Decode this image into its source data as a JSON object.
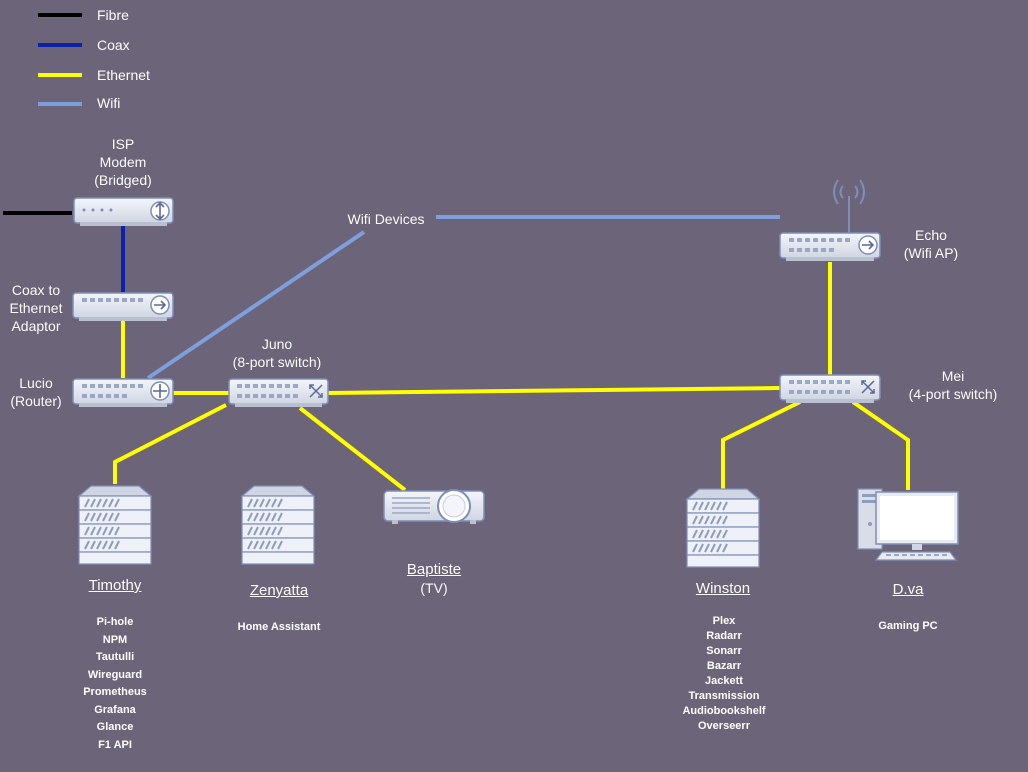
{
  "legend": [
    {
      "label": "Fibre",
      "color": "#000000"
    },
    {
      "label": "Coax",
      "color": "#0a22a8"
    },
    {
      "label": "Ethernet",
      "color": "#ffff00"
    },
    {
      "label": "Wifi",
      "color": "#7da0dc"
    }
  ],
  "colors": {
    "background": "#6c6479",
    "fibre": "#000000",
    "coax": "#0a22a8",
    "ethernet": "#ffff00",
    "wifi": "#7da0dc",
    "device_fill": "#e8ebf2",
    "device_accent": "#7d8fb8"
  },
  "nodes": {
    "isp_modem": {
      "lines": [
        "ISP",
        "Modem",
        "(Bridged)"
      ],
      "icon": "modem-icon"
    },
    "coax_adaptor": {
      "lines": [
        "Coax to",
        "Ethernet",
        "Adaptor"
      ],
      "icon": "adaptor-icon"
    },
    "lucio": {
      "lines": [
        "Lucio",
        "(Router)"
      ],
      "icon": "router-icon"
    },
    "juno": {
      "lines": [
        "Juno",
        "(8-port switch)"
      ],
      "icon": "switch-icon"
    },
    "wifi_devices": {
      "lines": [
        "Wifi Devices"
      ]
    },
    "echo": {
      "lines": [
        "Echo",
        "(Wifi AP)"
      ],
      "icon": "access-point-icon"
    },
    "mei": {
      "lines": [
        "Mei",
        "(4-port switch)"
      ],
      "icon": "switch-icon"
    }
  },
  "hosts": {
    "timothy": {
      "name": "Timothy",
      "icon": "server-icon",
      "services": [
        "Pi-hole",
        "NPM",
        "Tautulli",
        "Wireguard",
        "Prometheus",
        "Grafana",
        "Glance",
        "F1 API"
      ]
    },
    "zenyatta": {
      "name": "Zenyatta",
      "icon": "server-icon",
      "services": [
        "Home Assistant"
      ]
    },
    "baptiste": {
      "name": "Baptiste",
      "subtitle": "(TV)",
      "icon": "projector-icon"
    },
    "winston": {
      "name": "Winston",
      "icon": "server-icon",
      "services": [
        "Plex",
        "Radarr",
        "Sonarr",
        "Bazarr",
        "Jackett",
        "Transmission",
        "Audiobookshelf",
        "Overseerr"
      ]
    },
    "dva": {
      "name": "D.va",
      "icon": "desktop-pc-icon",
      "services": [
        "Gaming PC"
      ]
    }
  },
  "links": [
    {
      "from": "internet",
      "to": "ISP Modem",
      "type": "fibre"
    },
    {
      "from": "ISP Modem",
      "to": "Coax to Ethernet Adaptor",
      "type": "coax"
    },
    {
      "from": "Coax to Ethernet Adaptor",
      "to": "Lucio",
      "type": "ethernet"
    },
    {
      "from": "Lucio",
      "to": "Juno",
      "type": "ethernet"
    },
    {
      "from": "Lucio",
      "to": "Wifi Devices",
      "type": "wifi"
    },
    {
      "from": "Wifi Devices",
      "to": "Echo",
      "type": "wifi"
    },
    {
      "from": "Juno",
      "to": "Timothy",
      "type": "ethernet"
    },
    {
      "from": "Juno",
      "to": "Baptiste",
      "type": "ethernet"
    },
    {
      "from": "Juno",
      "to": "Mei",
      "type": "ethernet"
    },
    {
      "from": "Echo",
      "to": "Mei",
      "type": "ethernet"
    },
    {
      "from": "Mei",
      "to": "Winston",
      "type": "ethernet"
    },
    {
      "from": "Mei",
      "to": "D.va",
      "type": "ethernet"
    }
  ]
}
